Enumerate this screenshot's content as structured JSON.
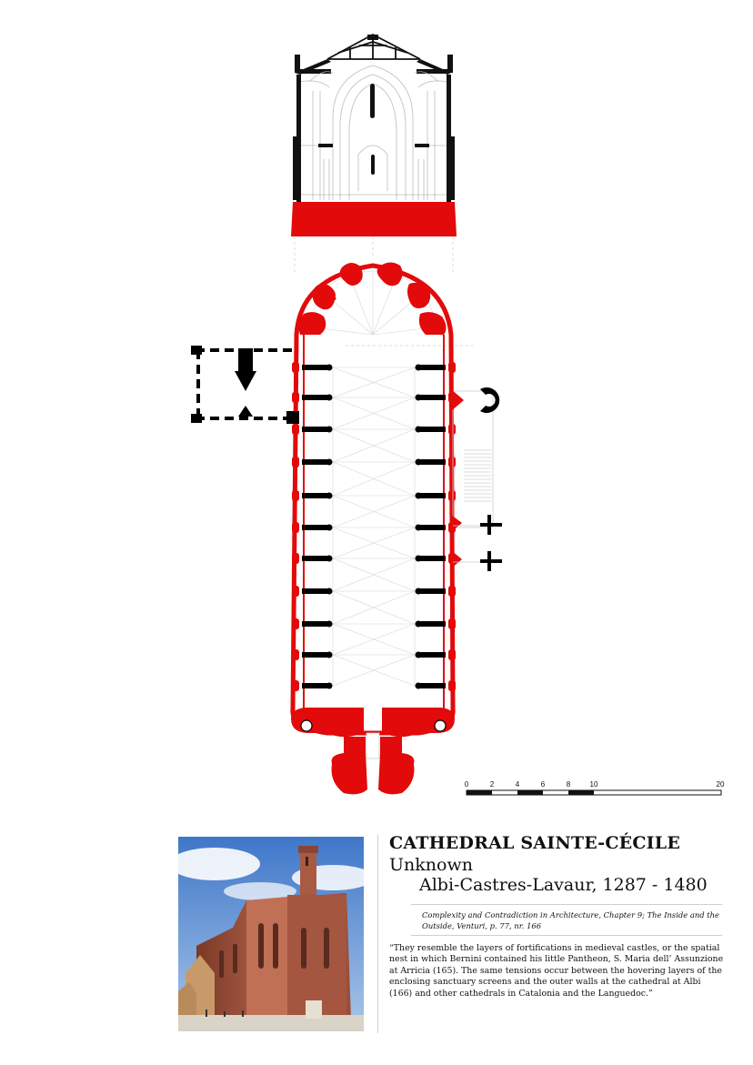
{
  "title": "CATHEDRAL SAINTE-CÉCILE",
  "architect": "Unknown",
  "location_dates": "Albi-Castres-Lavaur, 1287 - 1480",
  "source": "Complexity and Contradiction in Architecture, Chapter 9; The Inside and the Outside, Venturi, p. 77, nr. 166",
  "quote": "“They resemble the layers of fortifications in medieval castles, or the spatial nest in which Bernini contained his little Pantheon, S. Maria dell’ Assunzione at Arricia (165). The same tensions occur between the hovering layers of the enclosing sanctuary screens and the outer walls at the cathedral at Albi (166) and other cathedrals in Catalonia and the Languedoc.”",
  "scale_bar": {
    "ticks": [
      "0",
      "2",
      "4",
      "6",
      "8",
      "10",
      "20"
    ]
  },
  "colors": {
    "accent_red": "#e20a0a",
    "wall_black": "#000000",
    "line_grey": "#bdbdbd"
  },
  "photo": {
    "subject": "cathedral-exterior-photo"
  }
}
